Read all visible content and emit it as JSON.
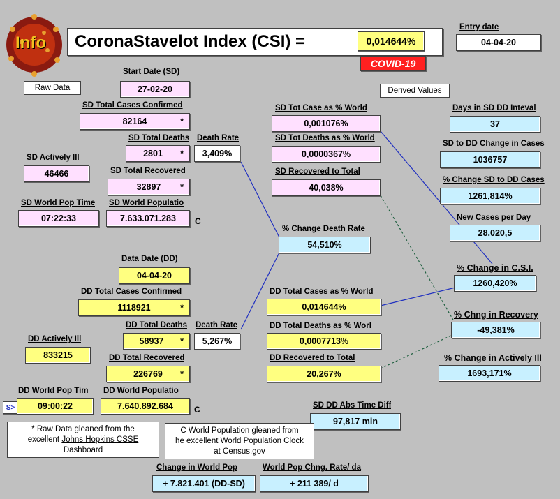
{
  "title": "CoronaStavelot Index (CSI) =",
  "logo_text": "Info",
  "csi_value": "0,014644%",
  "covid_badge": "COVID-19",
  "entry": {
    "label": "Entry date",
    "value": "04-04-20"
  },
  "raw_data_button": "Raw Data",
  "derived_values_button": "Derived Values",
  "sd": {
    "start_date_label": "Start Date (SD)",
    "start_date": "27-02-20",
    "total_cases_label": "SD Total Cases Confirmed",
    "total_cases": "82164",
    "total_deaths_label": "SD Total Deaths",
    "total_deaths": "2801",
    "death_rate_label": "Death Rate",
    "death_rate": "3,409%",
    "actively_ill_label": "SD Actively Ill",
    "actively_ill": "46466",
    "total_recovered_label": "SD Total Recovered",
    "total_recovered": "32897",
    "world_pop_time_label": "SD World Pop Time",
    "world_pop_time": "07:22:33",
    "world_pop_label": "SD World Populatio",
    "world_pop": "7.633.071.283"
  },
  "dd": {
    "data_date_label": "Data Date (DD)",
    "data_date": "04-04-20",
    "total_cases_label": "DD Total Cases Confirmed",
    "total_cases": "1118921",
    "total_deaths_label": "DD Total Deaths",
    "total_deaths": "58937",
    "death_rate_label": "Death Rate",
    "death_rate": "5,267%",
    "actively_ill_label": "DD Actively Ill",
    "actively_ill": "833215",
    "total_recovered_label": "DD Total Recovered",
    "total_recovered": "226769",
    "world_pop_time_label": "DD World Pop Tim",
    "world_pop_time": "09:00:22",
    "world_pop_label": "DD World Populatio",
    "world_pop": "7.640.892.684"
  },
  "mid": {
    "sd_cases_pct_label": "SD Tot Case as % World",
    "sd_cases_pct": "0,001076%",
    "sd_deaths_pct_label": "SD Tot Deaths as % World",
    "sd_deaths_pct": "0,0000367%",
    "sd_recovered_label": "SD Recovered to Total",
    "sd_recovered": "40,038%",
    "change_death_rate_label": "% Change Death Rate",
    "change_death_rate": "54,510%",
    "dd_cases_pct_label": "DD Total Cases as % World",
    "dd_cases_pct": "0,014644%",
    "dd_deaths_pct_label": "DD Total Deaths as % Worl",
    "dd_deaths_pct": "0,0007713%",
    "dd_recovered_label": "DD Recovered to Total",
    "dd_recovered": "20,267%",
    "abs_time_diff_label": "SD DD Abs Time Diff",
    "abs_time_diff": "97,817 min"
  },
  "right": {
    "days_label": "Days in SD DD Inteval",
    "days": "37",
    "change_cases_label": "SD to DD Change in Cases",
    "change_cases": "1036757",
    "pct_change_cases_label": "% Change SD to DD Cases",
    "pct_change_cases": "1261,814%",
    "new_cases_label": "New Cases per Day",
    "new_cases": "28.020,5",
    "change_csi_label": "% Change in C.S.I.",
    "change_csi": "1260,420%",
    "chng_recovery_label": "% Chng in Recovery",
    "chng_recovery": "-49,381%",
    "change_ill_label": "% Change in Actively Ill",
    "change_ill": "1693,171%"
  },
  "bottom": {
    "change_world_pop_label": "Change in World Pop",
    "change_world_pop": "+ 7.821.401 (DD-SD)",
    "pop_rate_label": "World Pop Chng. Rate/ da",
    "pop_rate": "+ 211 389/ d"
  },
  "notes": {
    "raw_line1": "* Raw Data gleaned from the",
    "raw_line2_pre": "excellent ",
    "raw_link": "Johns Hopkins CSSE",
    "raw_line3": "Dashboard",
    "census_line1": "C  World Population gleaned from",
    "census_line2": "he excellent World Population Clock",
    "census_line3": "at Census.gov"
  },
  "star": "*",
  "c_mark": "C",
  "nav_button": "S>",
  "colors": {
    "background": "#c0c0c0",
    "pink": "#ffe0ff",
    "yellow": "#ffff80",
    "cyan": "#c8f0ff",
    "covid_red": "#ff2020",
    "connector_blue": "#2030c0",
    "connector_green": "#206040"
  }
}
